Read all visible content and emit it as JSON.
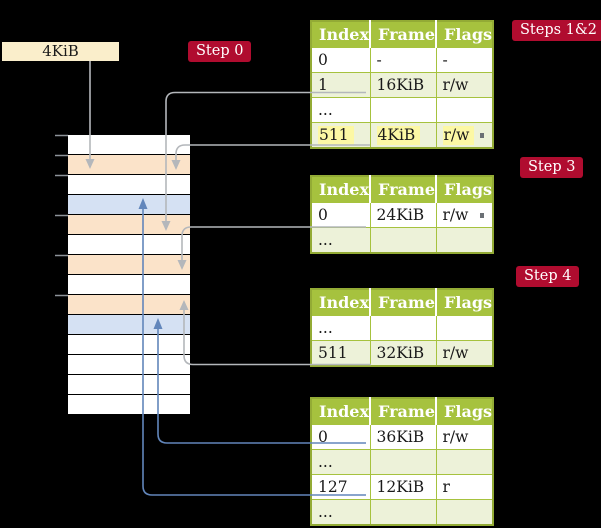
{
  "colors": {
    "background": "#000000",
    "box_bg": "#faeecb",
    "label_bg": "#b00c2f",
    "label_text": "#ffffff",
    "table_header": "#a6c23e",
    "table_border": "#93ab35",
    "row_alt": "#edf2d9",
    "highlight": "#fcf8a4",
    "mem_free": "#ffffff",
    "mem_pagetable": "#fbe3c9",
    "mem_page": "#d5e1f3",
    "arrow_gray": "#b4b7bb",
    "arrow_blue": "#6286bb",
    "tick": "#8d9399"
  },
  "labels": {
    "frame_box": "4KiB",
    "step0": "Step 0",
    "steps12": "Steps 1&2",
    "step3": "Step 3",
    "step4": "Step 4"
  },
  "memory": {
    "rows": [
      {
        "type": "free"
      },
      {
        "type": "pagetable"
      },
      {
        "type": "free"
      },
      {
        "type": "page"
      },
      {
        "type": "pagetable"
      },
      {
        "type": "free"
      },
      {
        "type": "pagetable"
      },
      {
        "type": "free"
      },
      {
        "type": "pagetable"
      },
      {
        "type": "page"
      },
      {
        "type": "free"
      },
      {
        "type": "free"
      },
      {
        "type": "free"
      },
      {
        "type": "free"
      }
    ]
  },
  "tables": [
    {
      "headers": [
        "Index",
        "Frame",
        "Flags"
      ],
      "rows": [
        {
          "cells": [
            "0",
            "-",
            "-"
          ],
          "shade": false,
          "highlight": false
        },
        {
          "cells": [
            "1",
            "16KiB",
            "r/w"
          ],
          "shade": true,
          "highlight": false
        },
        {
          "cells": [
            "...",
            "",
            ""
          ],
          "shade": false,
          "highlight": false
        },
        {
          "cells": [
            "511",
            "4KiB",
            "r/w"
          ],
          "shade": true,
          "highlight": true
        }
      ]
    },
    {
      "headers": [
        "Index",
        "Frame",
        "Flags"
      ],
      "rows": [
        {
          "cells": [
            "0",
            "24KiB",
            "r/w"
          ],
          "shade": false,
          "highlight": false
        },
        {
          "cells": [
            "...",
            "",
            ""
          ],
          "shade": true,
          "highlight": false
        }
      ]
    },
    {
      "headers": [
        "Index",
        "Frame",
        "Flags"
      ],
      "rows": [
        {
          "cells": [
            "...",
            "",
            ""
          ],
          "shade": false,
          "highlight": false
        },
        {
          "cells": [
            "511",
            "32KiB",
            "r/w"
          ],
          "shade": true,
          "highlight": false
        }
      ]
    },
    {
      "headers": [
        "Index",
        "Frame",
        "Flags"
      ],
      "rows": [
        {
          "cells": [
            "0",
            "36KiB",
            "r/w"
          ],
          "shade": false,
          "highlight": false
        },
        {
          "cells": [
            "...",
            "",
            ""
          ],
          "shade": true,
          "highlight": false
        },
        {
          "cells": [
            "127",
            "12KiB",
            "r"
          ],
          "shade": false,
          "highlight": false
        },
        {
          "cells": [
            "...",
            "",
            ""
          ],
          "shade": true,
          "highlight": false
        }
      ]
    }
  ]
}
